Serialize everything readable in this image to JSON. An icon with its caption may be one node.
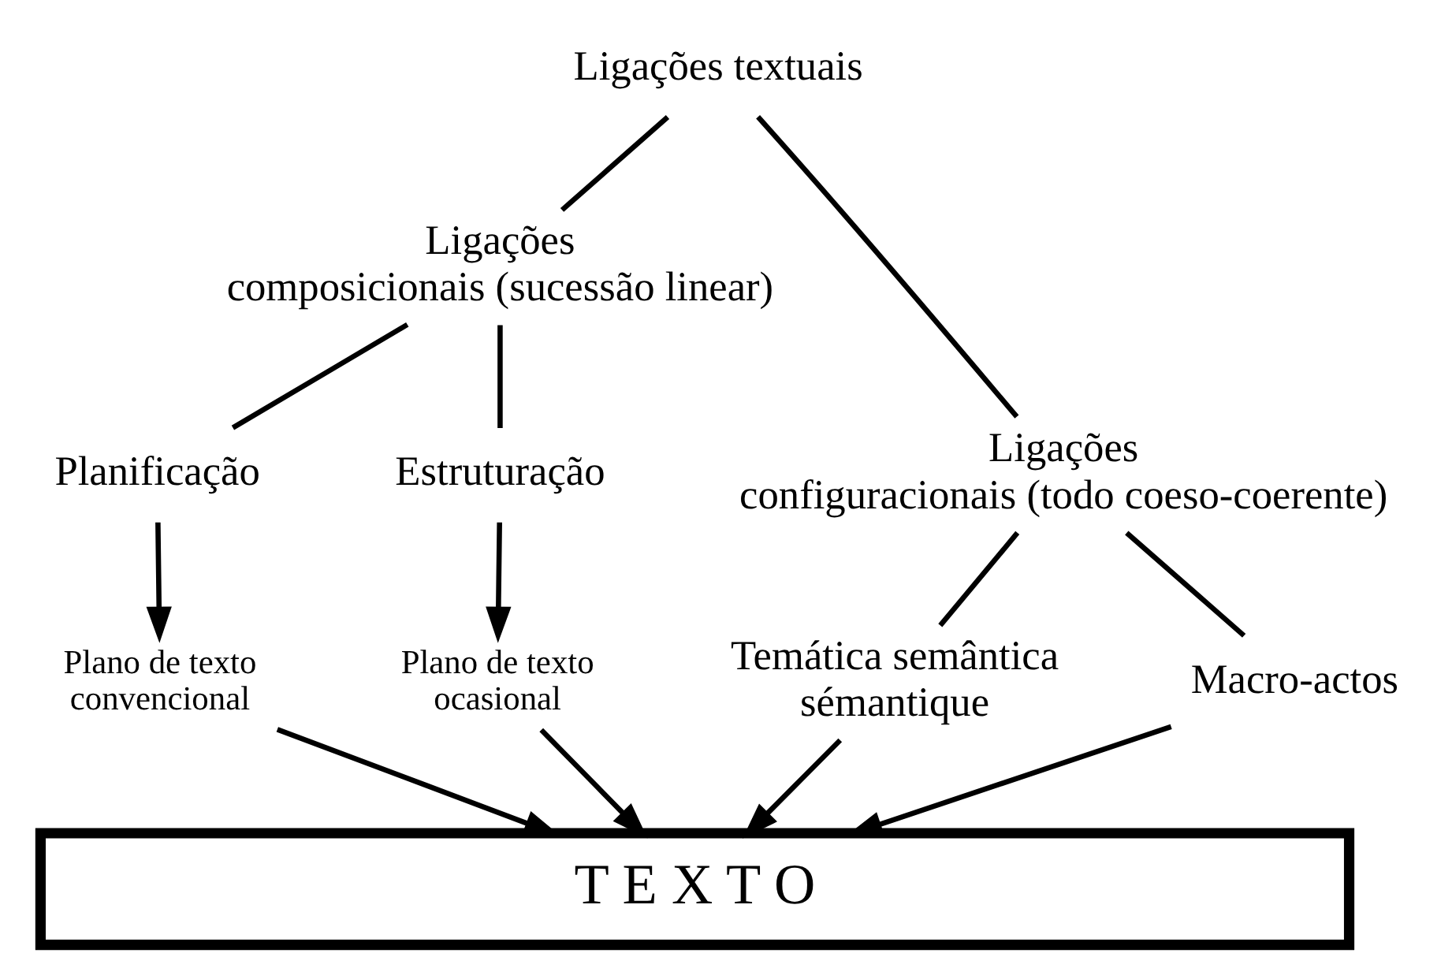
{
  "diagram": {
    "nodes": [
      {
        "text": [
          "Ligações textuais"
        ]
      },
      {
        "text": [
          "Ligações composicionais (sucessão linear)"
        ]
      },
      {
        "text": [
          "Ligações configuracionais (todo coeso-coerente)"
        ]
      },
      {
        "text": [
          "Planificação"
        ]
      },
      {
        "text": [
          "Estruturação"
        ]
      },
      {
        "text": [
          "Temática semântica sémantique"
        ]
      },
      {
        "text": [
          "Macro-actos"
        ]
      },
      {
        "text": [
          "Plano de texto convencional"
        ]
      },
      {
        "text": [
          "Plano de texto ocasional"
        ]
      },
      {
        "text": [
          "T E X T O"
        ]
      }
    ],
    "edges": [
      {
        "from": 0,
        "to": 1,
        "arrow": "none"
      },
      {
        "from": 0,
        "to": 2,
        "arrow": "none"
      },
      {
        "from": 1,
        "to": 3,
        "arrow": "none"
      },
      {
        "from": 1,
        "to": 4,
        "arrow": "none"
      },
      {
        "from": 2,
        "to": 5,
        "arrow": "none"
      },
      {
        "from": 2,
        "to": 6,
        "arrow": "none"
      },
      {
        "from": 3,
        "to": 7,
        "arrow": "to"
      },
      {
        "from": 4,
        "to": 8,
        "arrow": "to"
      },
      {
        "from": 7,
        "to": 9,
        "arrow": "to"
      },
      {
        "from": 8,
        "to": 9,
        "arrow": "to"
      },
      {
        "from": 5,
        "to": 9,
        "arrow": "to"
      },
      {
        "from": 6,
        "to": 9,
        "arrow": "to"
      }
    ]
  }
}
